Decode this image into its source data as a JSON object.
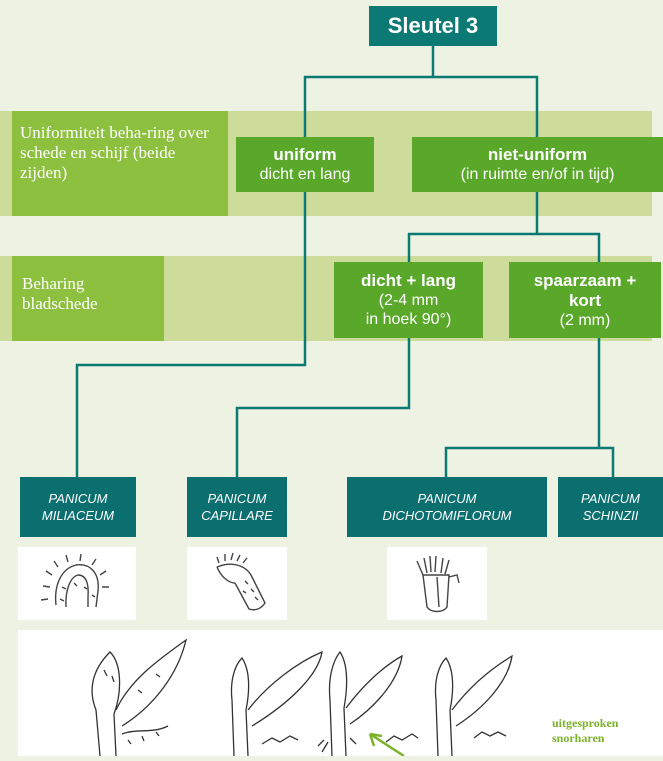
{
  "title": "Sleutel 3",
  "criteria": [
    {
      "id": "uniformiteit",
      "label": "Uniformiteit beha-ring over schede en schijf (beide zijden)"
    },
    {
      "id": "beharing",
      "label": "Beharing bladschede"
    }
  ],
  "nodes": {
    "uniform": {
      "heading": "uniform",
      "sub": "dicht en lang"
    },
    "niet_uniform": {
      "heading": "niet-uniform",
      "sub": "(in ruimte en/of in tijd)"
    },
    "dicht_lang": {
      "heading": "dicht + lang",
      "sub1": "(2-4 mm",
      "sub2": "in hoek 90°)"
    },
    "spaarzaam": {
      "heading1": "spaarzaam +",
      "heading2": "kort",
      "sub": "(2 mm)"
    }
  },
  "species": [
    {
      "genus": "PANICUM",
      "epithet": "MILIACEUM"
    },
    {
      "genus": "PANICUM",
      "epithet": "CAPILLARE"
    },
    {
      "genus": "PANICUM",
      "epithet": "DICHOTOMIFLORUM"
    },
    {
      "genus": "PANICUM",
      "epithet": "SCHINZII"
    }
  ],
  "annotation": {
    "line1": "uitgesproken",
    "line2": "snorharen"
  },
  "colors": {
    "title_box": "#0b7a74",
    "connector": "#0b7a74",
    "node": "#5aa82a",
    "criterion_label": "#8dc03f",
    "criterion_band": "#cddc9a",
    "species_box": "#0b6f70",
    "annotation": "#7cb32a"
  }
}
